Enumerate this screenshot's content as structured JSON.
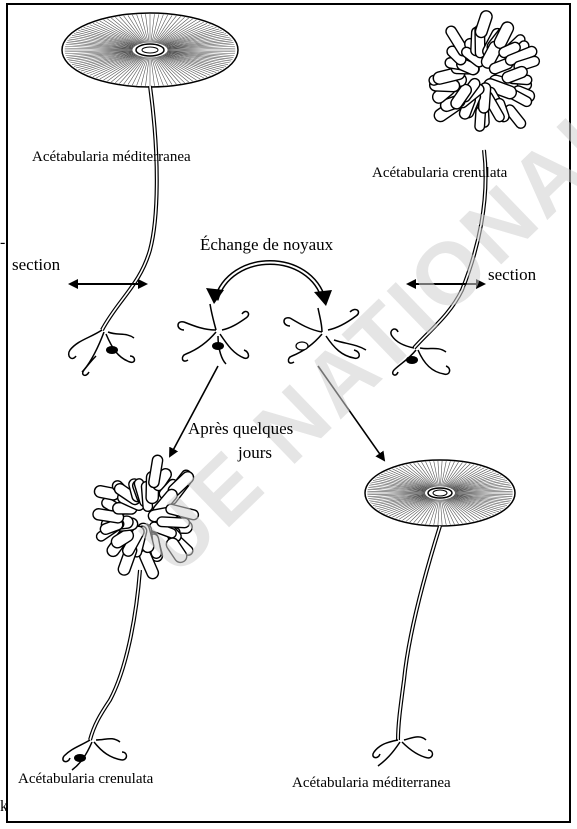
{
  "labels": {
    "species_top_left": "Acétabularia méditerranea",
    "species_top_right": "Acétabularia crenulata",
    "section_left": "section",
    "section_right": "section",
    "exchange": "Échange de noyaux",
    "after_days_line1": "Après quelques",
    "after_days_line2": "jours",
    "species_bottom_left": "Acétabularia crenulata",
    "species_bottom_right": "Acétabularia méditerranea"
  },
  "edge_marks": {
    "left_mid": "-",
    "left_bottom": "k"
  },
  "watermark": "UE NATIONAL",
  "colors": {
    "ink": "#000000",
    "background": "#ffffff",
    "watermark": "#d0d0d0"
  }
}
